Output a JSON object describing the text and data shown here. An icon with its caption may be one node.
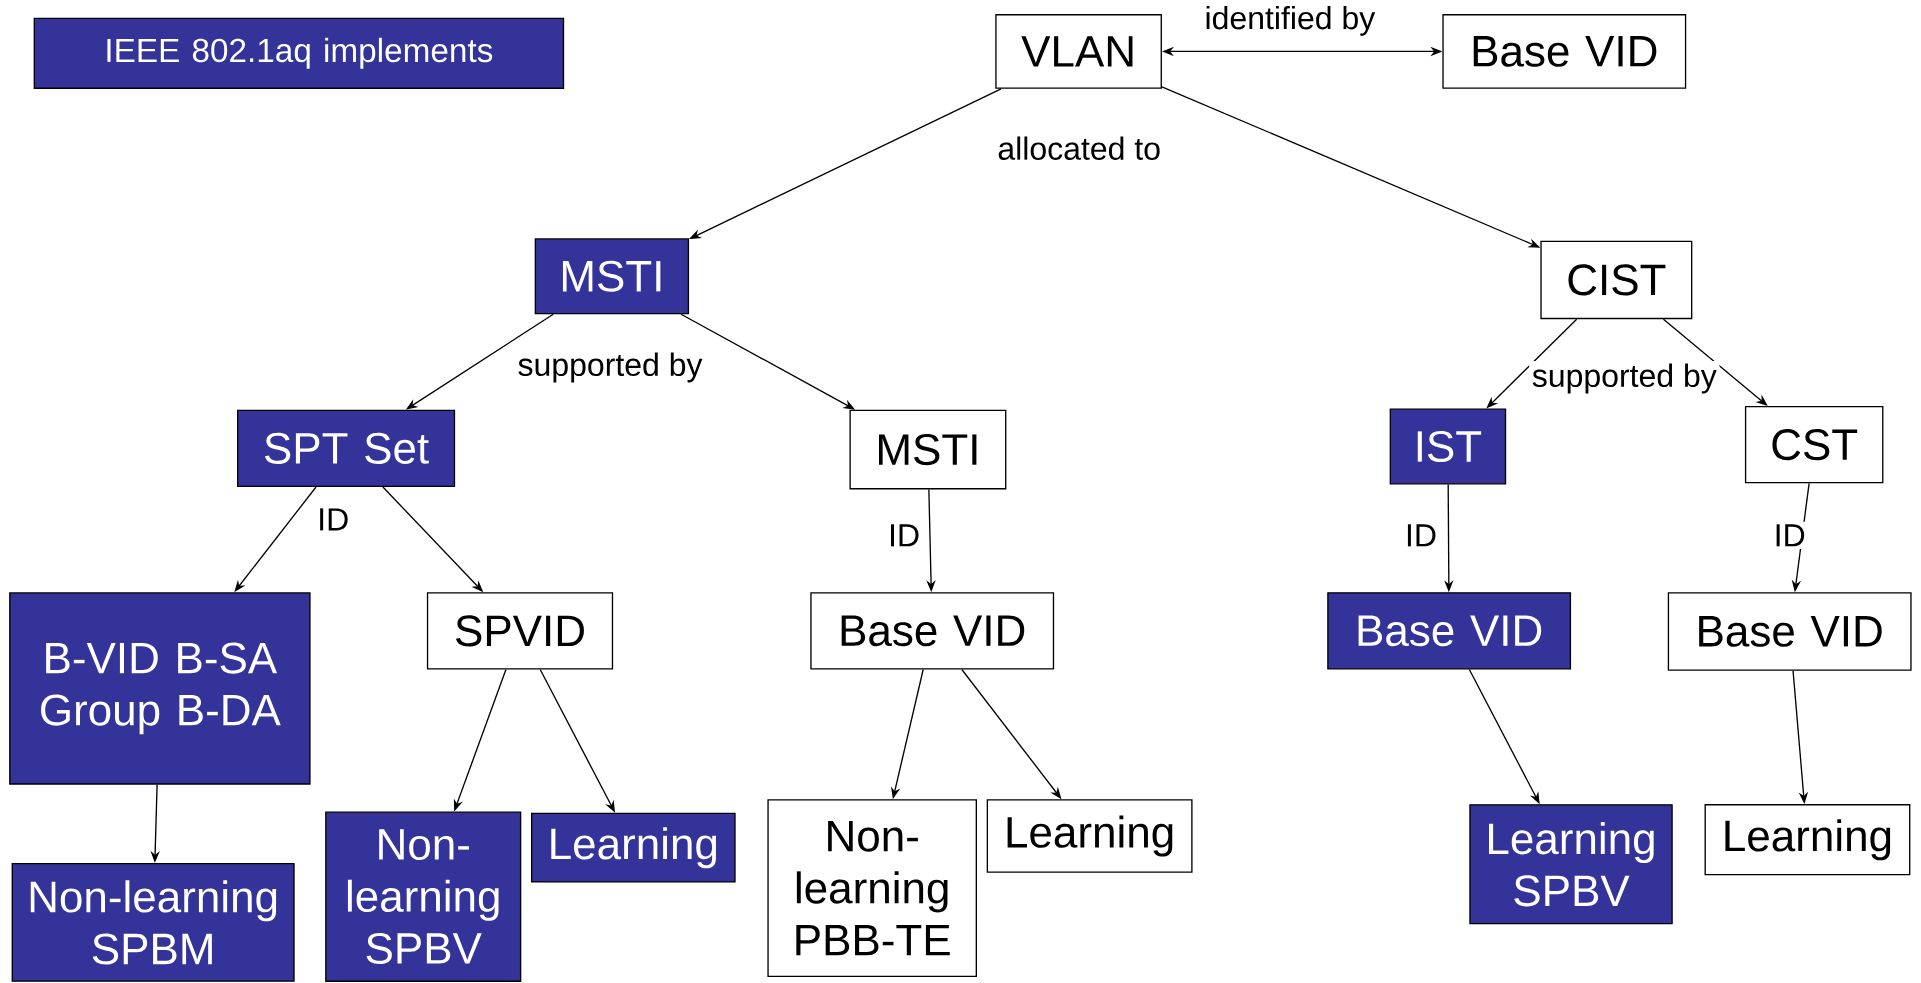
{
  "diagram": {
    "nodes": [
      {
        "text": [
          "IEEE 802.1aq implements"
        ]
      },
      {
        "text": [
          "VLAN"
        ]
      },
      {
        "text": [
          "Base VID"
        ]
      },
      {
        "text": [
          "MSTI"
        ]
      },
      {
        "text": [
          "CIST"
        ]
      },
      {
        "text": [
          "SPT Set"
        ]
      },
      {
        "text": [
          "MSTI"
        ]
      },
      {
        "text": [
          "IST"
        ]
      },
      {
        "text": [
          "CST"
        ]
      },
      {
        "text": [
          "B-VID B-SA Group B-DA"
        ]
      },
      {
        "text": [
          "SPVID"
        ]
      },
      {
        "text": [
          "Base VID"
        ]
      },
      {
        "text": [
          "Base VID"
        ]
      },
      {
        "text": [
          "Base VID"
        ]
      },
      {
        "text": [
          "Non-learning SPBM"
        ]
      },
      {
        "text": [
          "Non-learning SPBV"
        ]
      },
      {
        "text": [
          "Learning"
        ]
      },
      {
        "text": [
          "Non-learning PBB-TE"
        ]
      },
      {
        "text": [
          "Learning"
        ]
      },
      {
        "text": [
          "Learning SPBV"
        ]
      },
      {
        "text": [
          "Learning"
        ]
      }
    ],
    "edges": [
      {
        "from": 1,
        "to": 2,
        "arrow": "both",
        "label": "identified by"
      },
      {
        "from": 1,
        "to": 3,
        "arrow": "to",
        "label": "allocated to"
      },
      {
        "from": 1,
        "to": 4,
        "arrow": "to"
      },
      {
        "from": 3,
        "to": 5,
        "arrow": "to",
        "label": "supported by"
      },
      {
        "from": 3,
        "to": 6,
        "arrow": "to"
      },
      {
        "from": 4,
        "to": 7,
        "arrow": "to",
        "label": "supported by"
      },
      {
        "from": 4,
        "to": 8,
        "arrow": "to"
      },
      {
        "from": 5,
        "to": 9,
        "arrow": "to",
        "label": "ID"
      },
      {
        "from": 5,
        "to": 10,
        "arrow": "to"
      },
      {
        "from": 6,
        "to": 11,
        "arrow": "to",
        "label": "ID"
      },
      {
        "from": 7,
        "to": 12,
        "arrow": "to",
        "label": "ID"
      },
      {
        "from": 8,
        "to": 13,
        "arrow": "to",
        "label": "ID"
      },
      {
        "from": 9,
        "to": 14,
        "arrow": "to"
      },
      {
        "from": 10,
        "to": 15,
        "arrow": "to"
      },
      {
        "from": 10,
        "to": 16,
        "arrow": "to"
      },
      {
        "from": 11,
        "to": 17,
        "arrow": "to"
      },
      {
        "from": 11,
        "to": 18,
        "arrow": "to"
      },
      {
        "from": 12,
        "to": 19,
        "arrow": "to"
      },
      {
        "from": 13,
        "to": 20,
        "arrow": "to"
      }
    ]
  }
}
